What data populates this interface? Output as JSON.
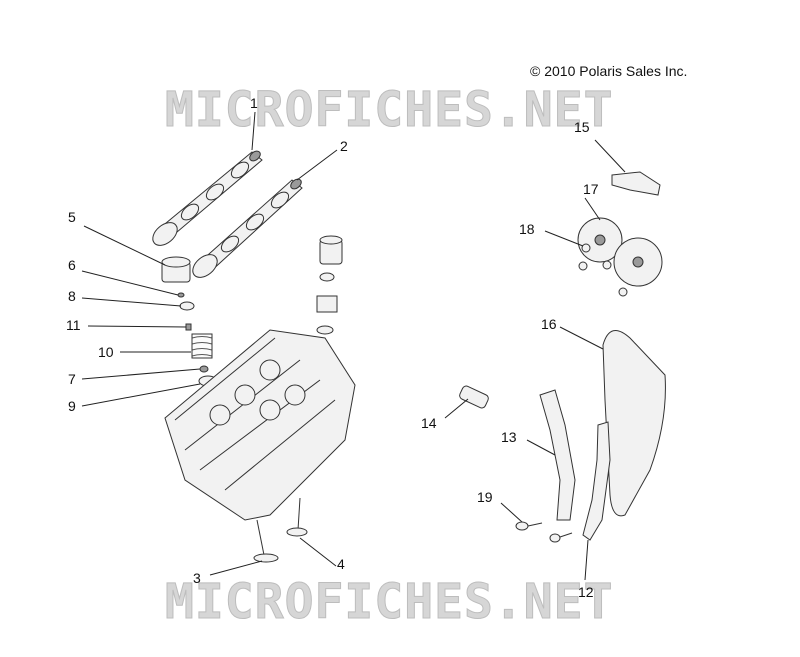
{
  "copyright": "© 2010 Polaris Sales Inc.",
  "watermark": "MICROFICHES.NET",
  "callouts": {
    "c1": "1",
    "c2": "2",
    "c3": "3",
    "c4": "4",
    "c5": "5",
    "c6": "6",
    "c7": "7",
    "c8": "8",
    "c9": "9",
    "c10": "10",
    "c11": "11",
    "c12": "12",
    "c13": "13",
    "c14": "14",
    "c15": "15",
    "c16": "16",
    "c17": "17",
    "c18": "18",
    "c19": "19"
  }
}
